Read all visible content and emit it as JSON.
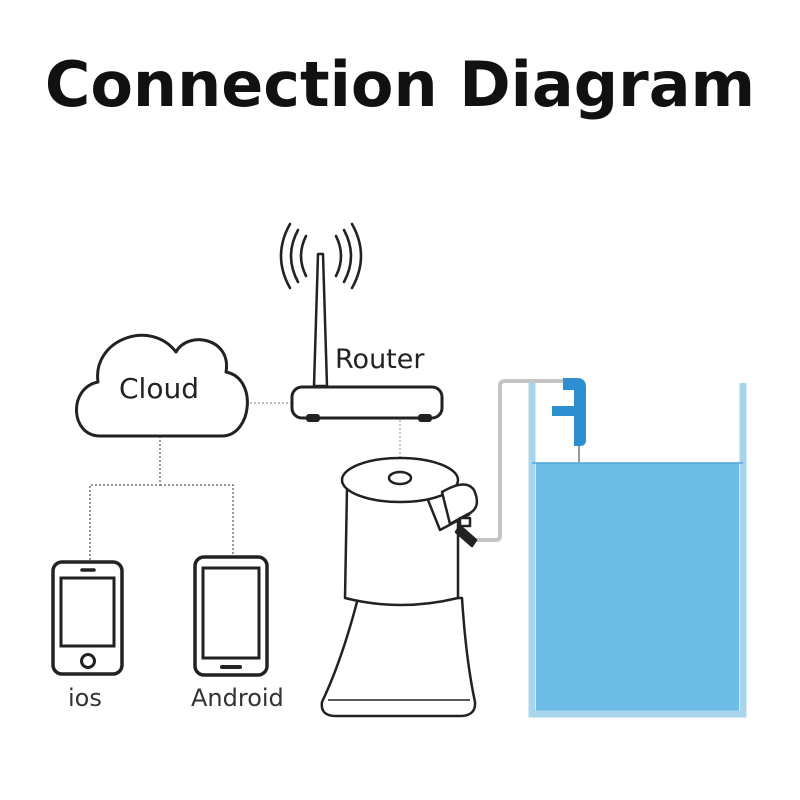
{
  "title": "Connection Diagram",
  "nodes": {
    "cloud": {
      "label": "Cloud",
      "icon": "cloud-icon"
    },
    "router": {
      "label": "Router",
      "icon": "router-icon"
    },
    "ios_phone": {
      "label": "ios",
      "icon": "iphone-icon"
    },
    "android_phone": {
      "label": "Android",
      "icon": "android-phone-icon"
    },
    "dispenser": {
      "label": "",
      "icon": "water-dispenser-icon"
    },
    "tank": {
      "label": "",
      "icon": "water-tank-icon"
    },
    "sensor": {
      "label": "",
      "icon": "water-level-sensor-icon"
    }
  },
  "colors": {
    "line": "#222222",
    "water": "#6bbde6",
    "tank_wall": "#a8d4ee",
    "sensor": "#2e8fd0",
    "tube": "#bdbdbd"
  }
}
